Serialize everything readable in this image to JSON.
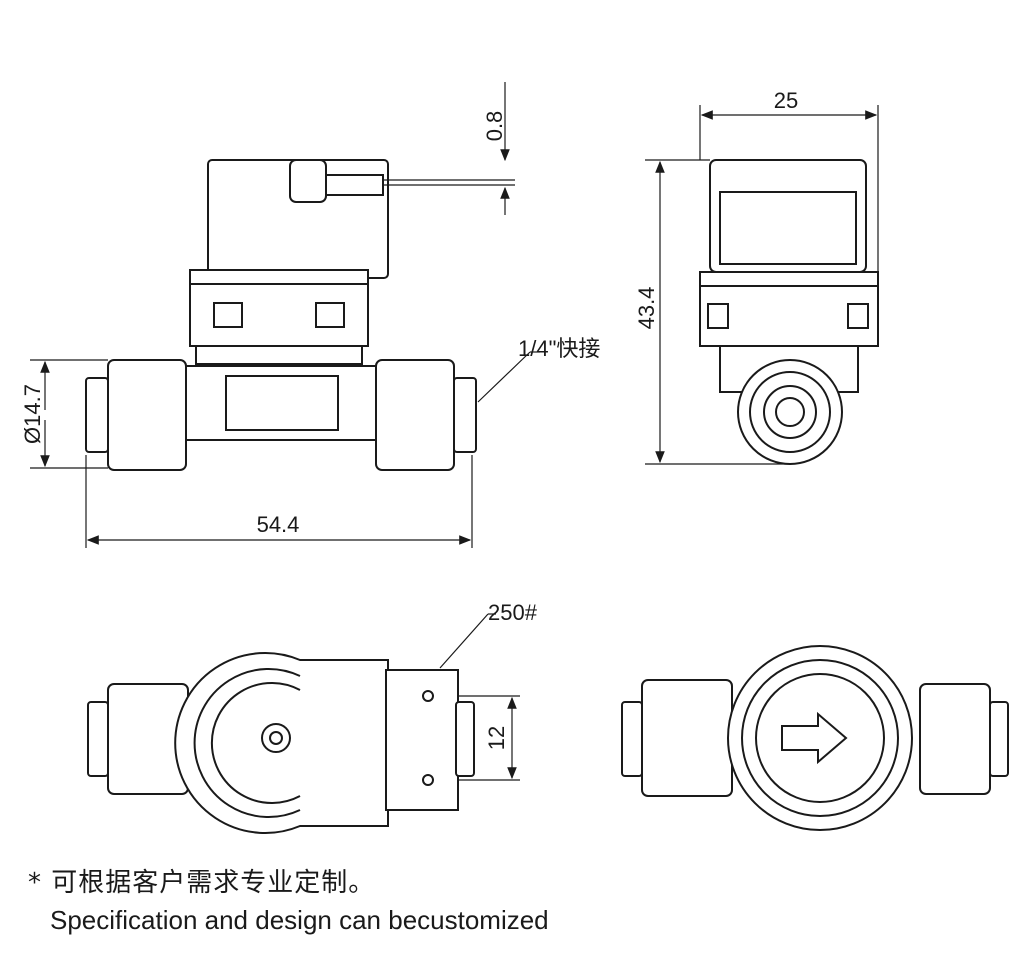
{
  "dimensions": {
    "pin_thickness": "0.8",
    "width_side": "25",
    "height_side": "43.4",
    "pipe_diameter": "Ø14.7",
    "total_length": "54.4",
    "port_spacing": "12"
  },
  "callouts": {
    "fitting": "1/4\"快接",
    "material": "250#"
  },
  "notes": {
    "chinese": "* 可根据客户需求专业定制。",
    "english": "Specification and design can becustomized"
  }
}
